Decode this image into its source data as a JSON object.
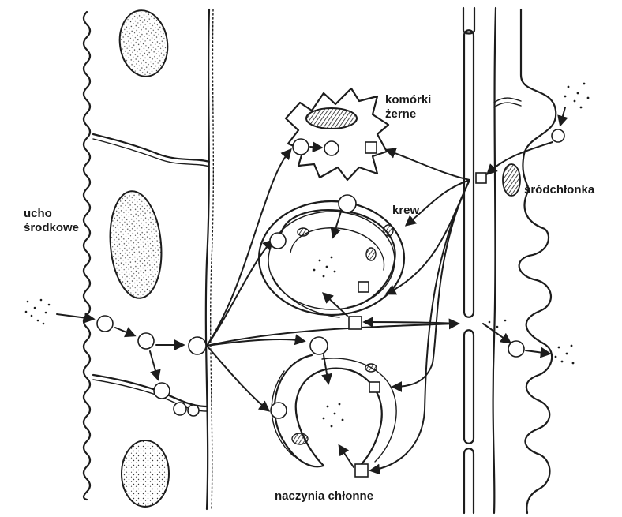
{
  "labels": {
    "middle_ear": [
      "ucho",
      "środkowe"
    ],
    "phagocytes": [
      "komórki",
      "żerne"
    ],
    "blood": "krew",
    "endolymph": "śródchłonka",
    "lymph_vessels": "naczynia chłonne"
  },
  "colors": {
    "ink": "#1c1c1c",
    "background": "#ffffff"
  }
}
